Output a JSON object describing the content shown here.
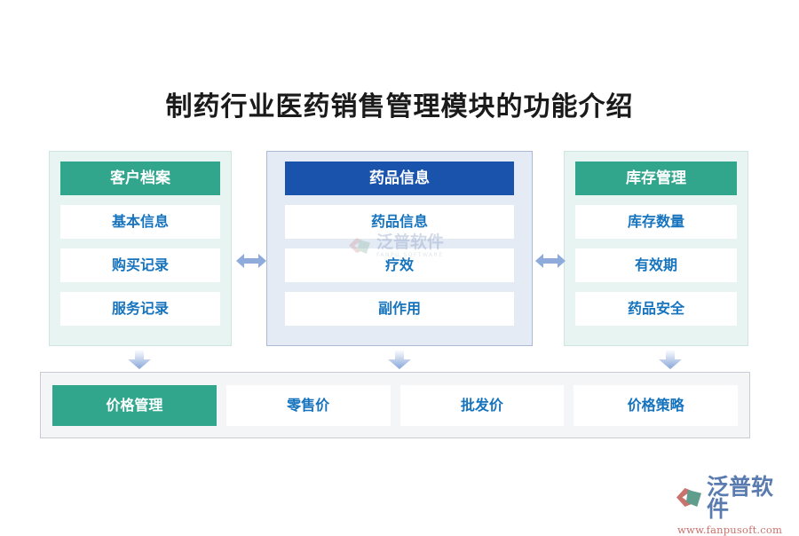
{
  "title": "制药行业医药销售管理模块的功能介绍",
  "colors": {
    "teal": "#31a68d",
    "blue": "#1a53ac",
    "item_text": "#1673bd",
    "panel_mint": "#e8f4f1",
    "panel_blue": "#e4ebf5",
    "band_gray": "#f4f5f7",
    "arrow": "#8fabdc"
  },
  "columns": [
    {
      "id": "customer-profile",
      "header": "客户档案",
      "header_style": "teal",
      "items": [
        "基本信息",
        "购买记录",
        "服务记录"
      ]
    },
    {
      "id": "drug-information",
      "header": "药品信息",
      "header_style": "blue",
      "items": [
        "药品信息",
        "疗效",
        "副作用"
      ]
    },
    {
      "id": "inventory-management",
      "header": "库存管理",
      "header_style": "teal",
      "items": [
        "库存数量",
        "有效期",
        "药品安全"
      ]
    }
  ],
  "bottom": {
    "header": "价格管理",
    "items": [
      "零售价",
      "批发价",
      "价格策略"
    ]
  },
  "connectors": {
    "horizontal": [
      "double-arrow-left-gap",
      "double-arrow-right-gap"
    ],
    "vertical": [
      "down-arrow-left",
      "down-arrow-middle",
      "down-arrow-right"
    ]
  },
  "watermark": {
    "name_cn": "泛普软件",
    "name_en": "FANPU SOFTWARE"
  },
  "logo": {
    "name_cn": "泛普软件",
    "url": "www.fanpusoft.com"
  }
}
